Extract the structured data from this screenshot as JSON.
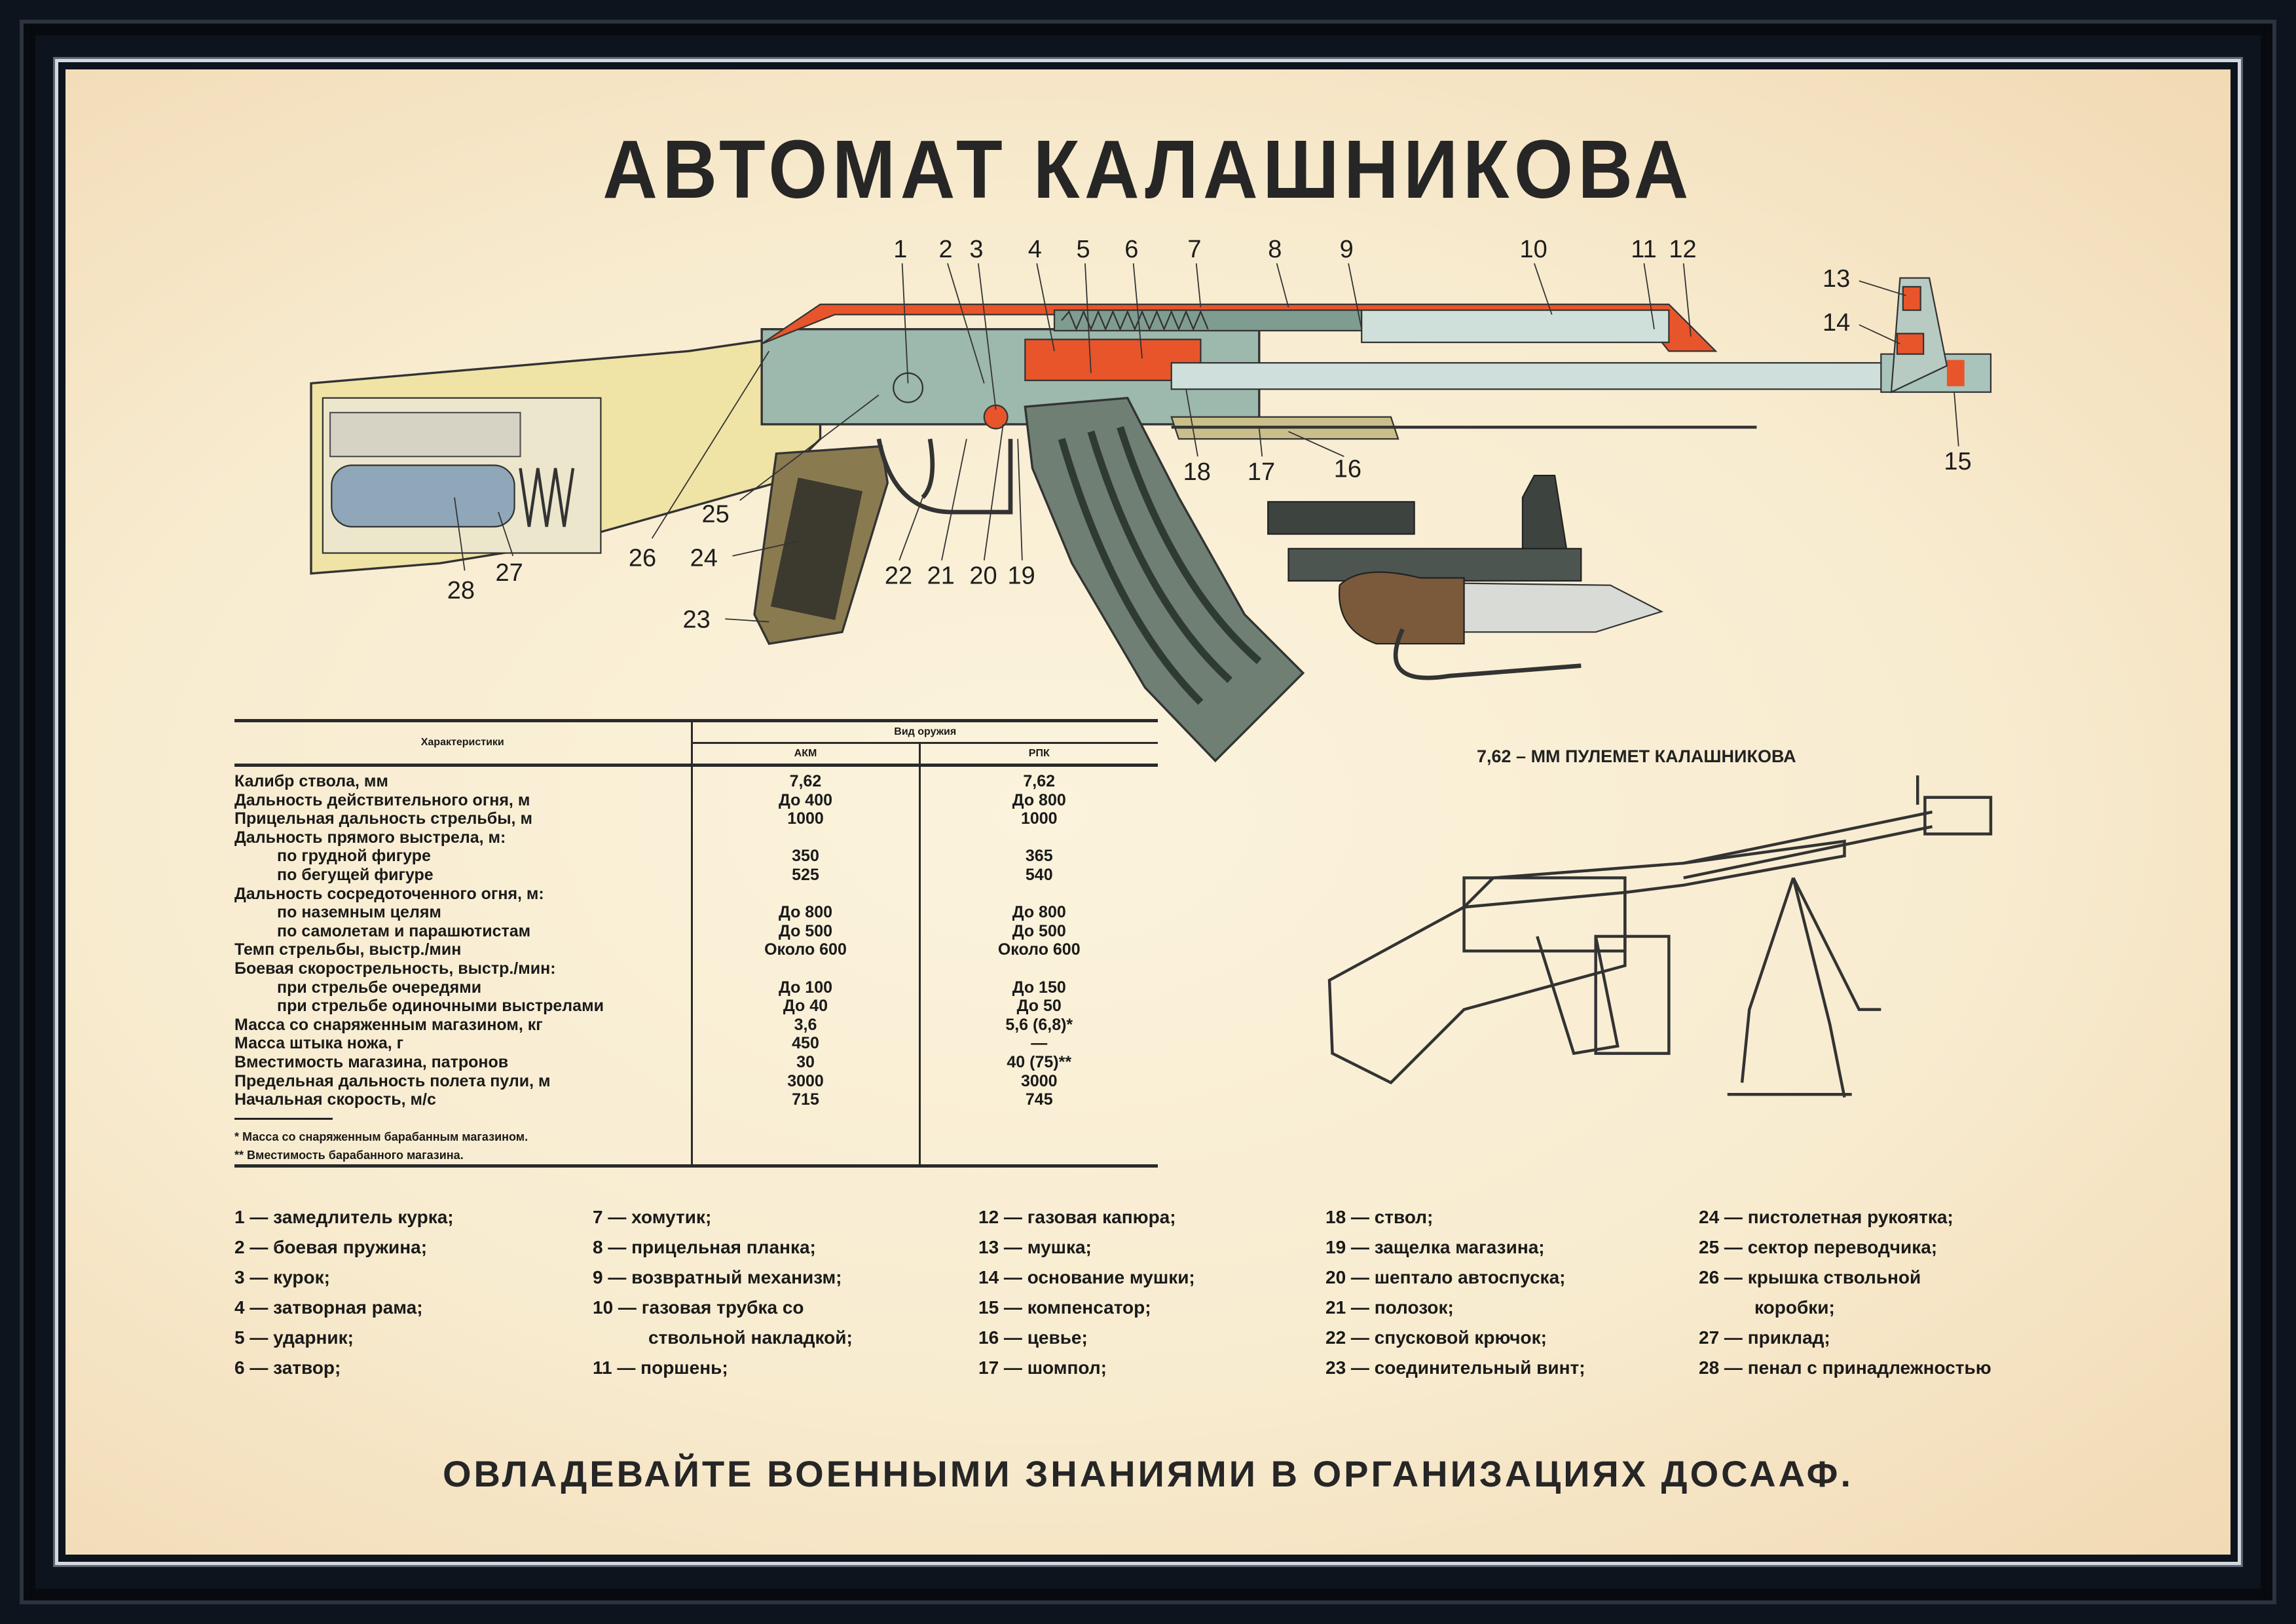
{
  "title": "АВТОМАТ КАЛАШНИКОВА",
  "diagram": {
    "callouts": [
      "1",
      "2",
      "3",
      "4",
      "5",
      "6",
      "7",
      "8",
      "9",
      "10",
      "11",
      "12",
      "13",
      "14",
      "15",
      "16",
      "17",
      "18",
      "19",
      "20",
      "21",
      "22",
      "23",
      "24",
      "25",
      "26",
      "27",
      "28"
    ],
    "rpk_caption": "7,62 – ММ ПУЛЕМЕТ КАЛАШНИКОВА"
  },
  "colors": {
    "paper": "#f8ecd0",
    "ink": "#222222",
    "red_parts": "#e8552b",
    "steel": "#9db8ac",
    "wood": "#efe3a6"
  },
  "spec_table": {
    "header_characteristics": "Характеристики",
    "header_weapon": "Вид оружия",
    "col_akm": "АКМ",
    "col_rpk": "РПК",
    "rows": [
      {
        "label": "Калибр ствола, мм",
        "akm": "7,62",
        "rpk": "7,62",
        "indent": false
      },
      {
        "label": "Дальность действительного огня, м",
        "akm": "До 400",
        "rpk": "До 800",
        "indent": false
      },
      {
        "label": "Прицельная дальность стрельбы, м",
        "akm": "1000",
        "rpk": "1000",
        "indent": false
      },
      {
        "label": "Дальность прямого выстрела, м:",
        "akm": "",
        "rpk": "",
        "indent": false
      },
      {
        "label": "по грудной фигуре",
        "akm": "350",
        "rpk": "365",
        "indent": true
      },
      {
        "label": "по бегущей фигуре",
        "akm": "525",
        "rpk": "540",
        "indent": true
      },
      {
        "label": "Дальность сосредоточенного огня, м:",
        "akm": "",
        "rpk": "",
        "indent": false
      },
      {
        "label": "по наземным целям",
        "akm": "До 800",
        "rpk": "До 800",
        "indent": true
      },
      {
        "label": "по самолетам и парашютистам",
        "akm": "До 500",
        "rpk": "До 500",
        "indent": true
      },
      {
        "label": "Темп стрельбы, выстр./мин",
        "akm": "Около 600",
        "rpk": "Около 600",
        "indent": false
      },
      {
        "label": "Боевая скорострельность, выстр./мин:",
        "akm": "",
        "rpk": "",
        "indent": false
      },
      {
        "label": "при стрельбе очередями",
        "akm": "До 100",
        "rpk": "До 150",
        "indent": true
      },
      {
        "label": "при стрельбе одиночными выстрелами",
        "akm": "До 40",
        "rpk": "До 50",
        "indent": true
      },
      {
        "label": "Масса со снаряженным магазином, кг",
        "akm": "3,6",
        "rpk": "5,6 (6,8)*",
        "indent": false
      },
      {
        "label": "Масса штыка ножа, г",
        "akm": "450",
        "rpk": "—",
        "indent": false
      },
      {
        "label": "Вместимость магазина, патронов",
        "akm": "30",
        "rpk": "40 (75)**",
        "indent": false
      },
      {
        "label": "Предельная дальность полета пули, м",
        "akm": "3000",
        "rpk": "3000",
        "indent": false
      },
      {
        "label": "Начальная скорость, м/с",
        "akm": "715",
        "rpk": "745",
        "indent": false
      }
    ],
    "footnotes": [
      "* Масса со снаряженным барабанным магазином.",
      "** Вместимость барабанного магазина."
    ]
  },
  "legend": [
    [
      {
        "num": "1",
        "text": "замедлитель курка;"
      },
      {
        "num": "2",
        "text": "боевая пружина;"
      },
      {
        "num": "3",
        "text": "курок;"
      },
      {
        "num": "4",
        "text": "затворная рама;"
      },
      {
        "num": "5",
        "text": "ударник;"
      },
      {
        "num": "6",
        "text": "затвор;"
      }
    ],
    [
      {
        "num": "7",
        "text": "хомутик;"
      },
      {
        "num": "8",
        "text": "прицельная планка;"
      },
      {
        "num": "9",
        "text": "возвратный механизм;"
      },
      {
        "num": "10",
        "text": "газовая трубка со",
        "cont": "ствольной накладкой;"
      },
      {
        "num": "11",
        "text": "поршень;"
      }
    ],
    [
      {
        "num": "12",
        "text": "газовая капюра;"
      },
      {
        "num": "13",
        "text": "мушка;"
      },
      {
        "num": "14",
        "text": "основание мушки;"
      },
      {
        "num": "15",
        "text": "компенсатор;"
      },
      {
        "num": "16",
        "text": "цевье;"
      },
      {
        "num": "17",
        "text": "шомпол;"
      }
    ],
    [
      {
        "num": "18",
        "text": "ствол;"
      },
      {
        "num": "19",
        "text": "защелка магазина;"
      },
      {
        "num": "20",
        "text": "шептало автоспуска;"
      },
      {
        "num": "21",
        "text": "полозок;"
      },
      {
        "num": "22",
        "text": "спусковой крючок;"
      },
      {
        "num": "23",
        "text": "соединительный винт;"
      }
    ],
    [
      {
        "num": "24",
        "text": "пистолетная рукоятка;"
      },
      {
        "num": "25",
        "text": "сектор переводчика;"
      },
      {
        "num": "26",
        "text": "крышка ствольной",
        "cont": "коробки;"
      },
      {
        "num": "27",
        "text": "приклад;"
      },
      {
        "num": "28",
        "text": "пенал  с  принадлежностью"
      }
    ]
  ],
  "slogan": "ОВЛАДЕВАЙТЕ ВОЕННЫМИ ЗНАНИЯМИ В ОРГАНИЗАЦИЯХ ДОСААФ."
}
